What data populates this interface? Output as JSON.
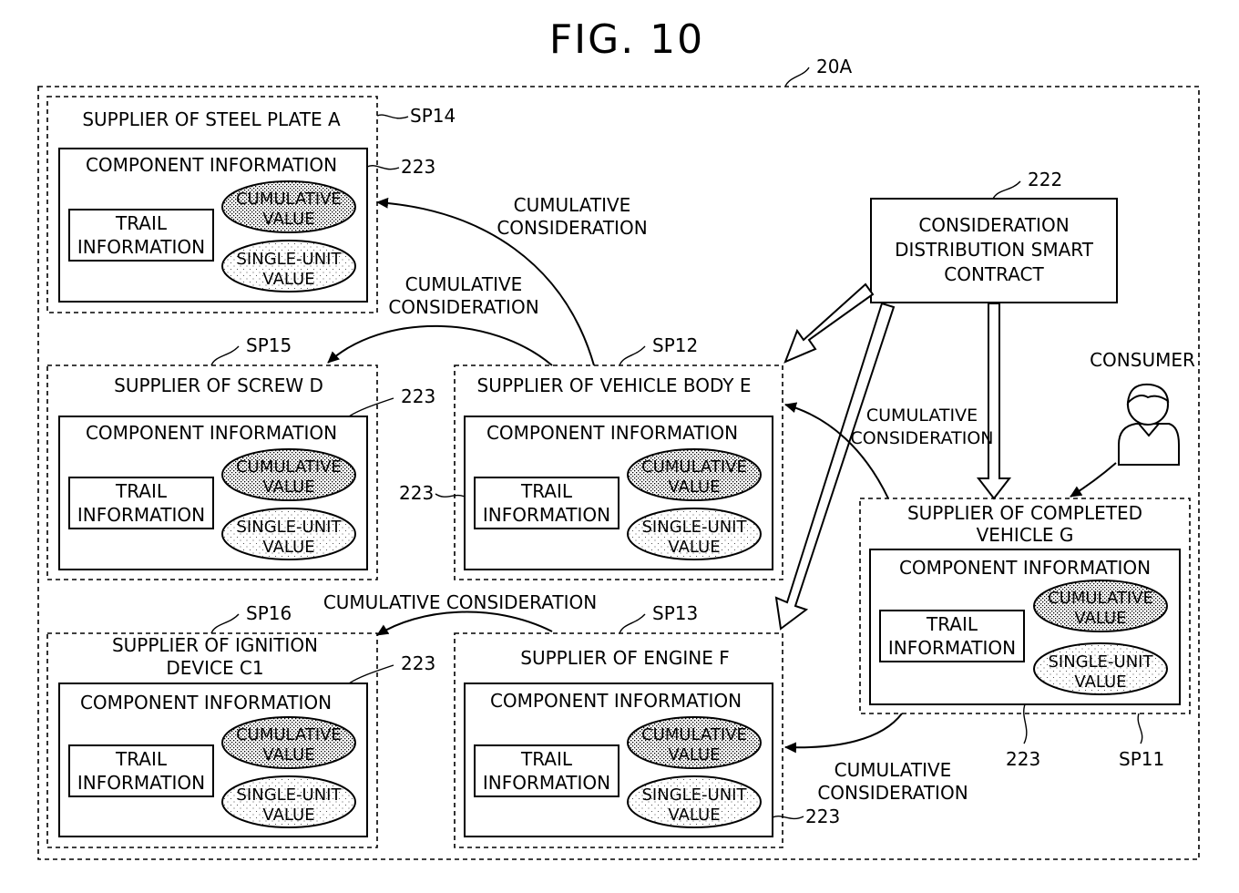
{
  "figure": {
    "title": "FIG. 10",
    "system_ref": "20A"
  },
  "labels": {
    "component_information": "COMPONENT INFORMATION",
    "trail_line1": "TRAIL",
    "trail_line2": "INFORMATION",
    "cumulative_line1": "CUMULATIVE",
    "value_word": "VALUE",
    "single_unit_line1": "SINGLE-UNIT",
    "component_ref": "223"
  },
  "suppliers": {
    "steel_plate": {
      "name": "SUPPLIER OF STEEL PLATE A",
      "ref": "SP14"
    },
    "screw": {
      "name": "SUPPLIER OF SCREW D",
      "ref": "SP15"
    },
    "vehicle_body": {
      "name": "SUPPLIER OF VEHICLE BODY E",
      "ref": "SP12"
    },
    "ignition": {
      "name_line1": "SUPPLIER OF IGNITION",
      "name_line2": "DEVICE C1",
      "ref": "SP16"
    },
    "engine": {
      "name": "SUPPLIER OF ENGINE F",
      "ref": "SP13"
    },
    "completed_vehicle": {
      "name_line1": "SUPPLIER OF COMPLETED",
      "name_line2": "VEHICLE G",
      "ref": "SP11"
    }
  },
  "contract": {
    "line1": "CONSIDERATION",
    "line2": "DISTRIBUTION SMART",
    "line3": "CONTRACT",
    "ref": "222"
  },
  "consumer": {
    "label": "CONSUMER"
  },
  "flows": {
    "cumulative_consideration_line1": "CUMULATIVE",
    "cumulative_consideration_line2": "CONSIDERATION",
    "cumulative_consideration_single": "CUMULATIVE CONSIDERATION"
  }
}
